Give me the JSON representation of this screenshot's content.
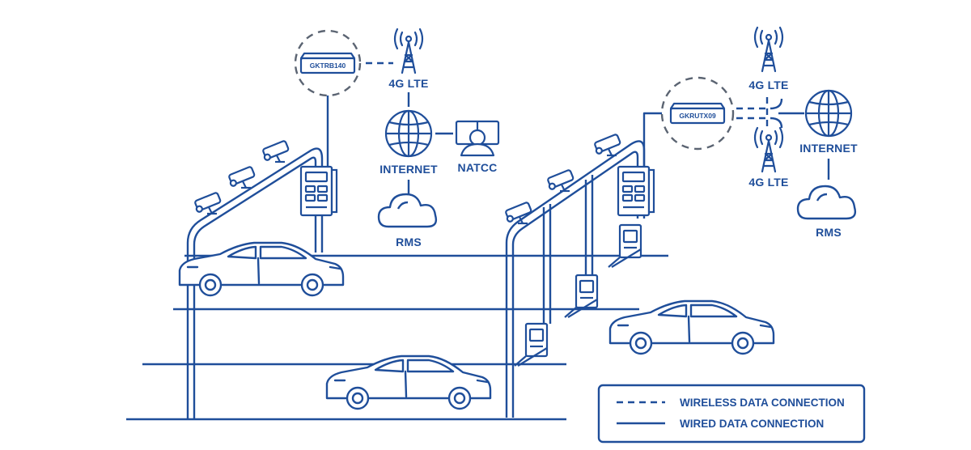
{
  "colors": {
    "stroke": "#1f4e9a",
    "dashed_circle": "#5b6472",
    "background": "#ffffff"
  },
  "left_site": {
    "device_label": "GKTRB140",
    "lte_label": "4G LTE",
    "internet_label": "INTERNET",
    "natcc_label": "NATCC",
    "rms_label": "RMS"
  },
  "right_site": {
    "device_label": "GKRUTX09",
    "lte_top_label": "4G LTE",
    "lte_bottom_label": "4G LTE",
    "internet_label": "INTERNET",
    "rms_label": "RMS"
  },
  "legend": {
    "wireless_label": "WIRELESS DATA CONNECTION",
    "wired_label": "WIRED DATA CONNECTION"
  },
  "icons": [
    "router-icon",
    "cell-tower-icon",
    "globe-icon",
    "operator-icon",
    "cloud-icon",
    "camera-icon",
    "control-cabinet-icon",
    "car-icon",
    "kiosk-icon"
  ]
}
